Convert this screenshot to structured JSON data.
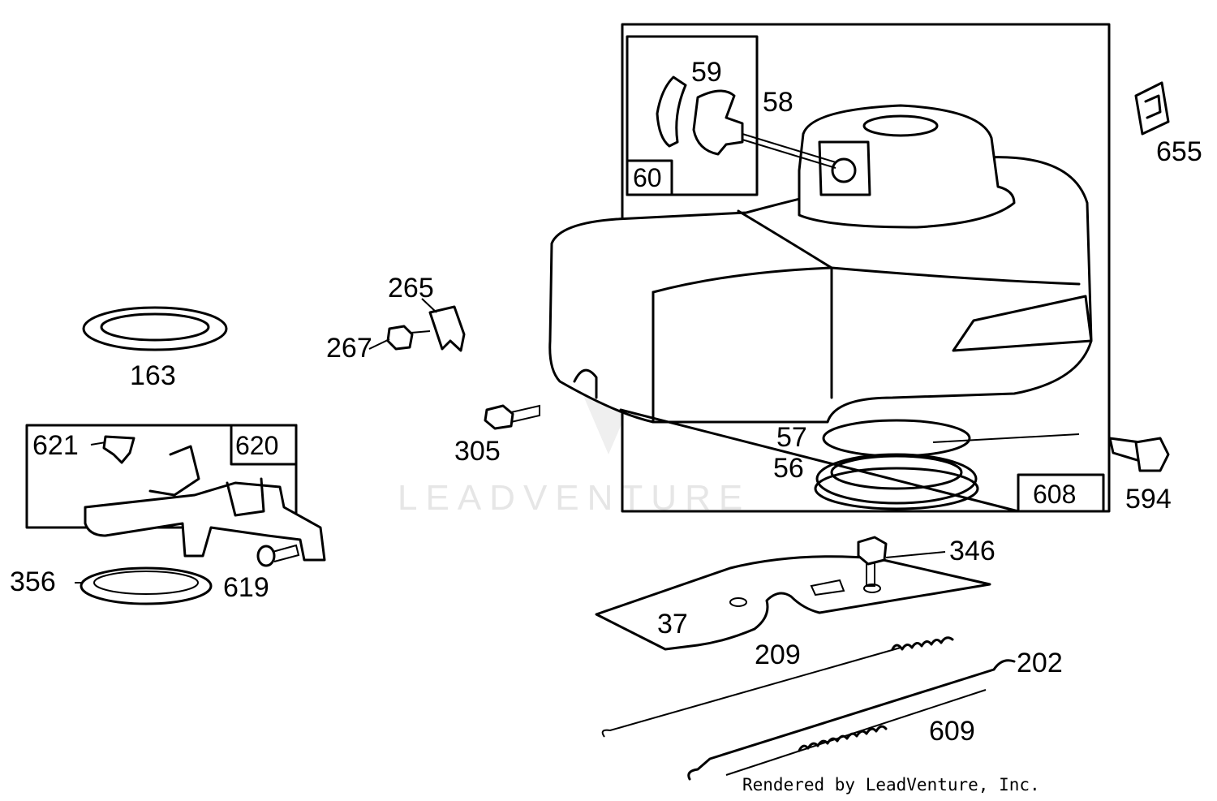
{
  "watermark": "LEADVENTURE",
  "credit": "Rendered by LeadVenture, Inc.",
  "callouts": {
    "p59": "59",
    "p58": "58",
    "p60": "60",
    "p655": "655",
    "p265": "265",
    "p267": "267",
    "p163": "163",
    "p305": "305",
    "p57": "57",
    "p56": "56",
    "p608": "608",
    "p594": "594",
    "p621": "621",
    "p620": "620",
    "p356": "356",
    "p619": "619",
    "p346": "346",
    "p37": "37",
    "p209": "209",
    "p202": "202",
    "p609": "609"
  }
}
